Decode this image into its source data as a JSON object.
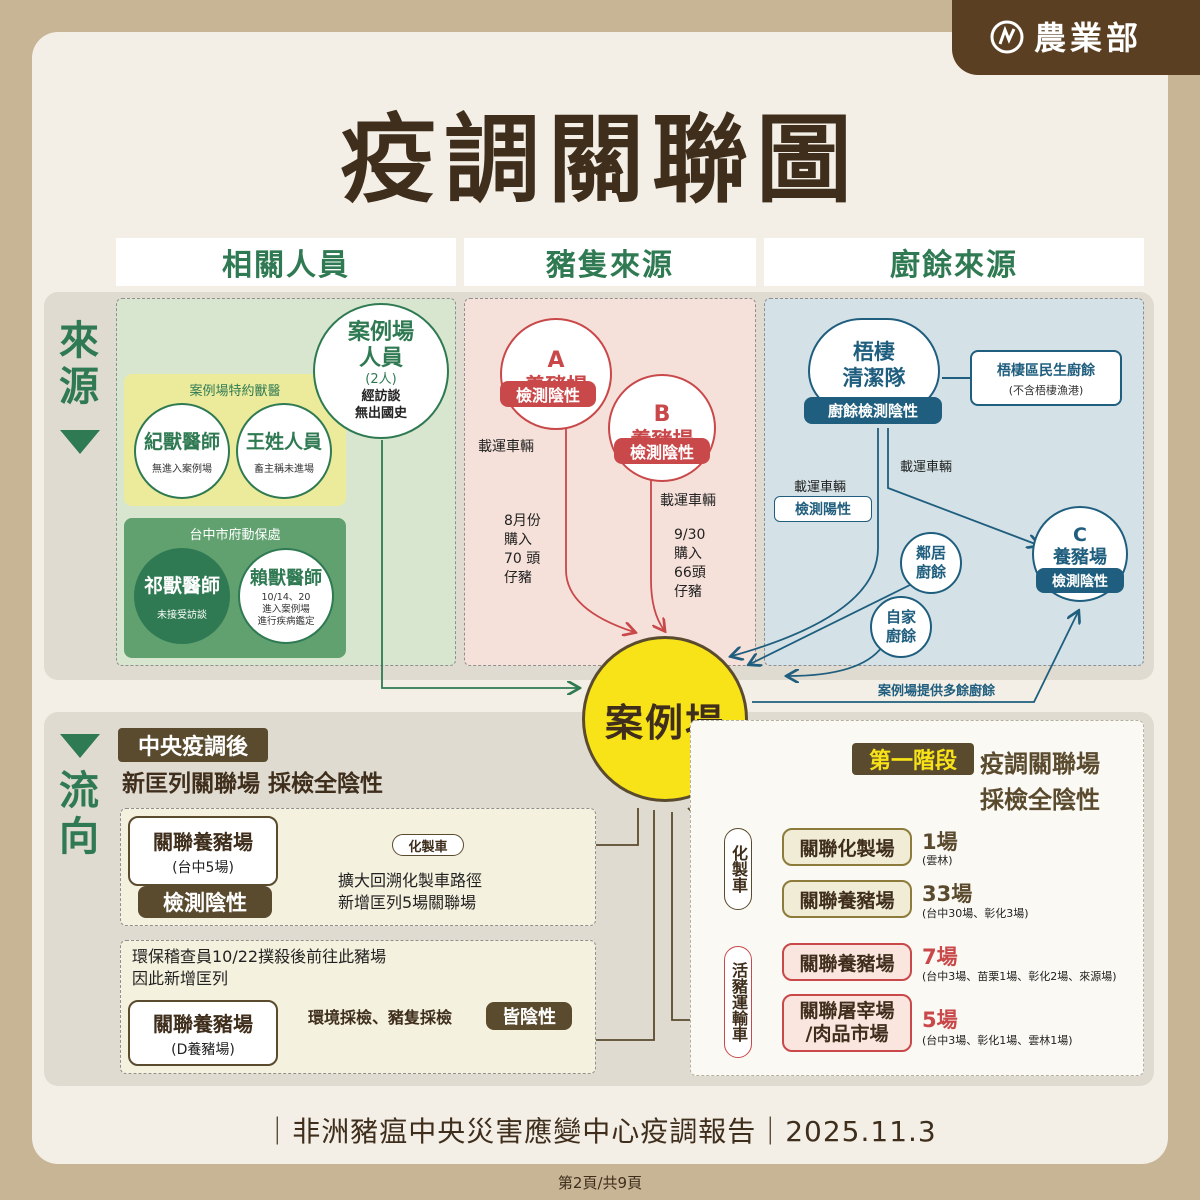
{
  "logo": {
    "name": "農業部",
    "icon": "moa-logo-icon"
  },
  "title": "疫調關聯圖",
  "columns": {
    "people": "相關人員",
    "pigs": "豬隻來源",
    "food": "廚餘來源"
  },
  "side": {
    "source": "來源",
    "flow": "流向"
  },
  "people": {
    "contract_group": "案例場特約獸醫",
    "vet_ji": {
      "name": "紀獸醫師",
      "note": "無進入案例場"
    },
    "vet_wang": {
      "name": "王姓人員",
      "note": "畜主稱未進場"
    },
    "taichung_group": "台中市府動保處",
    "vet_qi": {
      "name": "祁獸醫師",
      "note": "未接受訪談"
    },
    "vet_lai": {
      "name": "賴獸醫師",
      "note1": "10/14、20",
      "note2": "進入案例場",
      "note3": "進行疾病鑑定"
    },
    "staff": {
      "line1": "案例場",
      "line2": "人員",
      "count": "(2人)",
      "note1": "經訪談",
      "note2": "無出國史"
    }
  },
  "pigs": {
    "farm_a": {
      "letter": "A",
      "name": "養豬場",
      "badge": "檢測陰性"
    },
    "farm_b": {
      "letter": "B",
      "name": "養豬場",
      "badge": "檢測陰性"
    },
    "a_vehicle": "載運車輛",
    "a_l1": "8月份",
    "a_l2": "購入",
    "a_l3": "70 頭",
    "a_l4": "仔豬",
    "b_vehicle": "載運車輛",
    "b_l1": "9/30",
    "b_l2": "購入",
    "b_l3": "66頭",
    "b_l4": "仔豬"
  },
  "food": {
    "team": {
      "line1": "梧棲",
      "line2": "清潔隊",
      "badge": "廚餘檢測陰性"
    },
    "kitchen": {
      "name": "梧棲區民生廚餘",
      "note": "(不含梧棲漁港)"
    },
    "vehicle_right": "載運車輛",
    "vehicle_left": "載運車輛",
    "positive": "檢測陽性",
    "farm_c": {
      "letter": "C",
      "name": "養豬場",
      "badge": "檢測陰性"
    },
    "neighbor": {
      "line1": "鄰居",
      "line2": "廚餘"
    },
    "home": {
      "line1": "自家",
      "line2": "廚餘"
    },
    "supply": "案例場提供多餘廚餘"
  },
  "center": "案例場",
  "left_flow": {
    "tag": "中央疫調後",
    "subtitle": "新匡列關聯場 採檢全陰性",
    "farm1": {
      "name": "關聯養豬場",
      "note": "(台中5場)",
      "badge": "檢測陰性"
    },
    "truck": "化製車",
    "desc1": "擴大回溯化製車路徑",
    "desc2": "新增匡列5場關聯場",
    "inspector1": "環保稽查員10/22撲殺後前往此豬場",
    "inspector2": "因此新增匡列",
    "farm2": {
      "name": "關聯養豬場",
      "note": "(D養豬場)"
    },
    "sampling": "環境採檢、豬隻採檢",
    "all_negative": "皆陰性"
  },
  "right_flow": {
    "tag": "第一階段",
    "title": "疫調關聯場",
    "subtitle": "採檢全陰性",
    "truck_label": "化製車",
    "hog_label": "活豬運輸車",
    "r1": {
      "name": "關聯化製場",
      "count": "1場",
      "note": "(雲林)"
    },
    "r2": {
      "name": "關聯養豬場",
      "count": "33場",
      "note": "(台中30場、彰化3場)"
    },
    "r3": {
      "name": "關聯養豬場",
      "count": "7場",
      "note": "(台中3場、苗栗1場、彰化2場、來源場)"
    },
    "r4": {
      "name1": "關聯屠宰場",
      "name2": "/肉品市場",
      "count": "5場",
      "note": "(台中3場、彰化1場、雲林1場)"
    }
  },
  "footer": "｜非洲豬瘟中央災害應變中心疫調報告｜2025.11.3",
  "page": "第2頁/共9頁",
  "colors": {
    "green": "#2f7a52",
    "red": "#c9484a",
    "blue": "#1f5e7e",
    "brown": "#5a4a2e",
    "yellow": "#f7e318"
  }
}
